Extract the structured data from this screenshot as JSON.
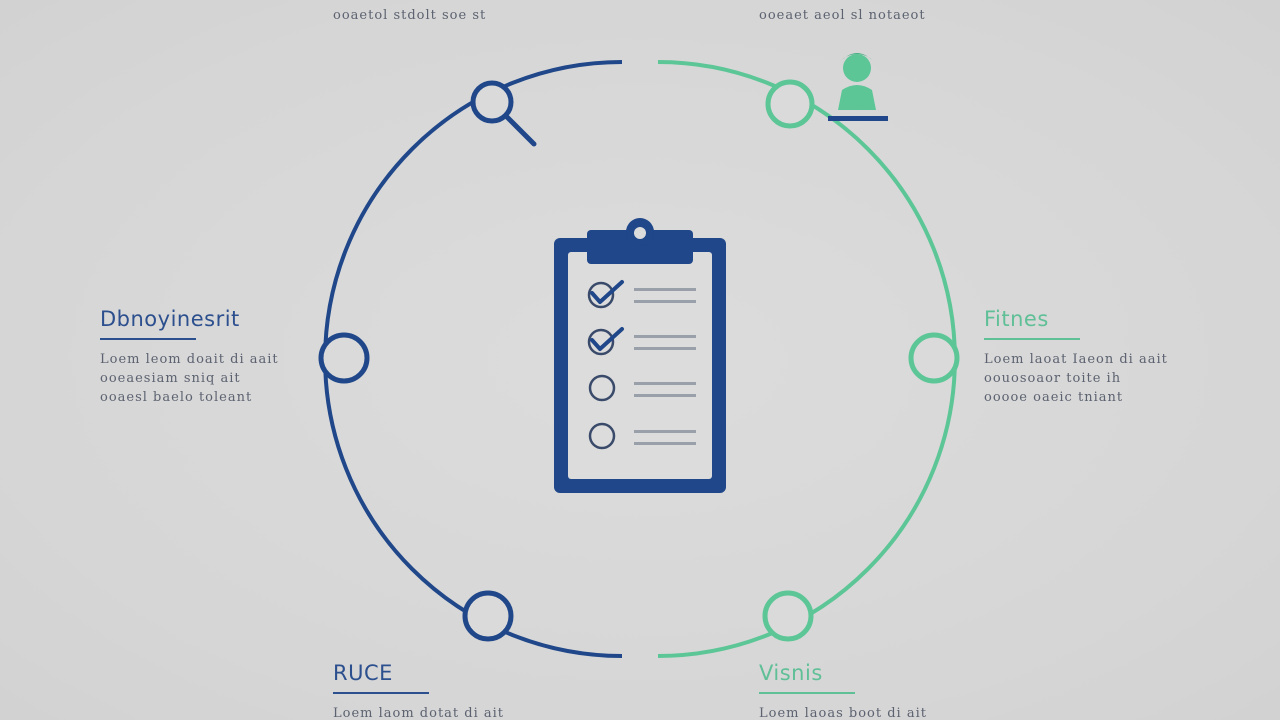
{
  "colors": {
    "blue": "#1f4789",
    "green": "#5cc697",
    "text": "#5c6270",
    "background": "#d9d9d9"
  },
  "center": {
    "icon": "clipboard-checklist-icon",
    "checklist": [
      {
        "state": "checked"
      },
      {
        "state": "checked"
      },
      {
        "state": "unchecked"
      },
      {
        "state": "unchecked"
      }
    ]
  },
  "node_icons": {
    "top_left": "magnifier-icon",
    "top_right": "person-icon"
  },
  "labels": {
    "top_left": {
      "lines": [
        "ooaetol  stdolt  soe  st"
      ]
    },
    "top_right": {
      "lines": [
        "ooeaet  aeol  sl  notaeot"
      ]
    },
    "left": {
      "title": "Dbnoyinesrit",
      "lines": [
        "Loem  leom  doait  di  aait",
        "ooeaesiam  sniq  ait",
        "ooaesl  baelo  toleant"
      ]
    },
    "right": {
      "title": "Fitnes",
      "lines": [
        "Loem  laoat  Iaeon  di  aait",
        "oouosoaor  toite  ih",
        "ooooe  oaeic  tniant"
      ]
    },
    "bottom_left": {
      "title": "RUCE",
      "lines": [
        "Loem  laom  dotat  di  ait"
      ]
    },
    "bottom_right": {
      "title": "Visnis",
      "lines": [
        "Loem  laoas  boot  di  ait"
      ]
    }
  }
}
